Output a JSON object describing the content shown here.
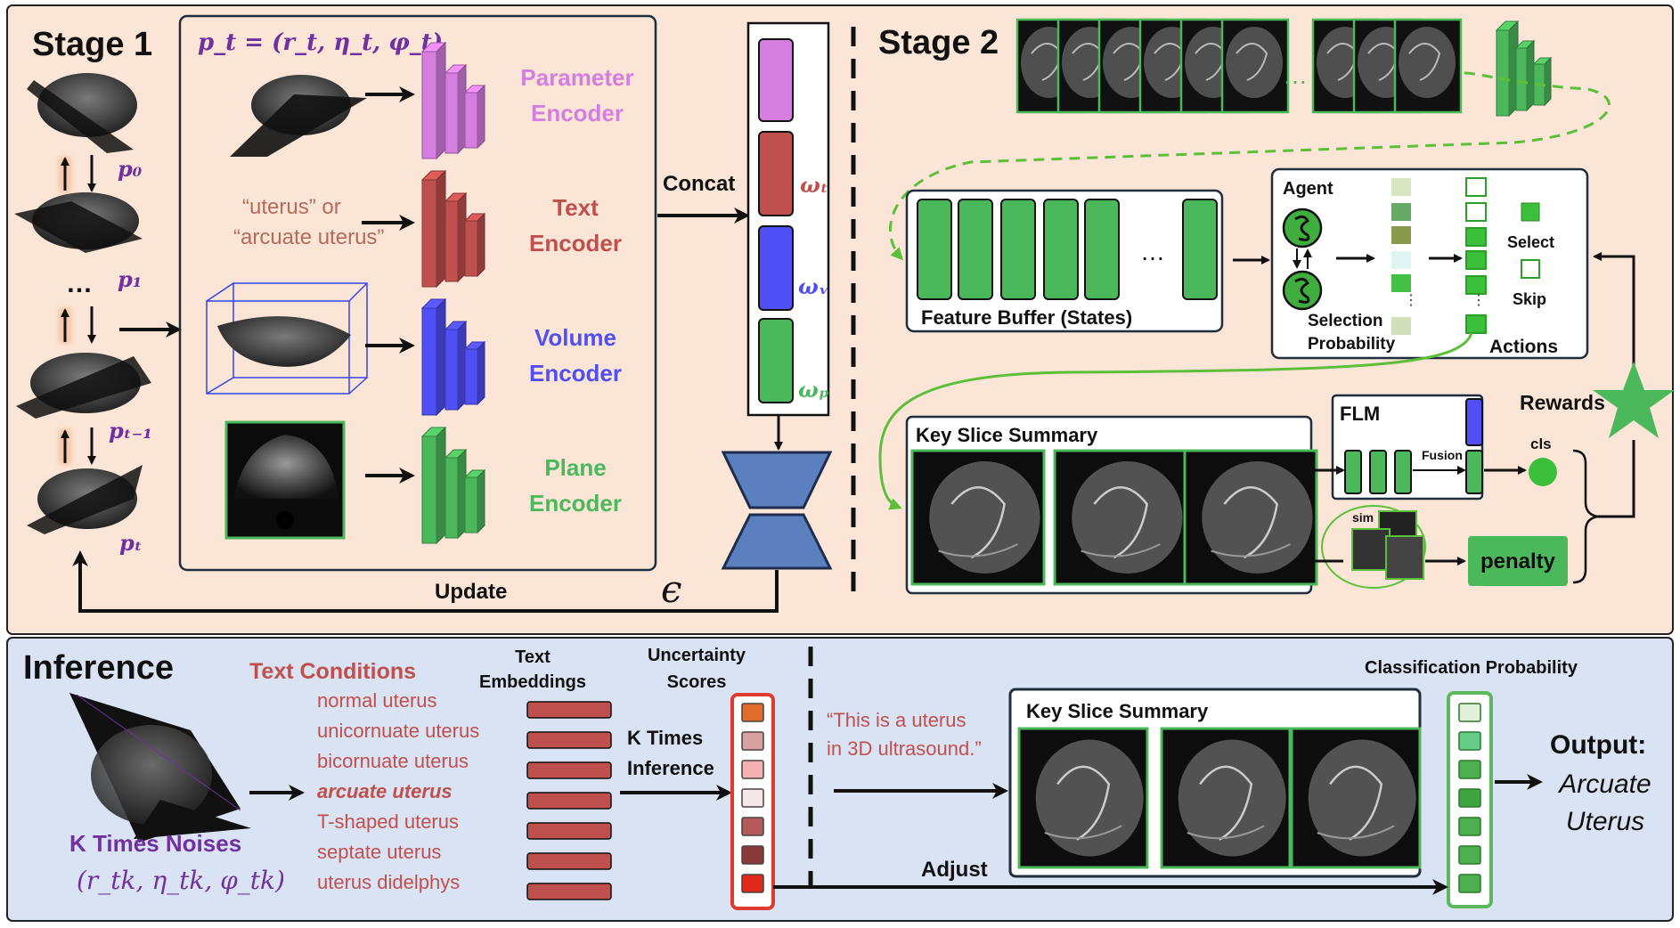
{
  "colors": {
    "stage_bg": "#fbe5d6",
    "inference_bg": "#dae3f3",
    "param": "#d57ee0",
    "text": "#c0504d",
    "volume": "#4f4ff5",
    "plane": "#4cb85c",
    "purple_label": "#7030a0",
    "decoder": "#5b7fbf",
    "uncertainty_border": "#e03a2e",
    "prob_border": "#5cb85c"
  },
  "stage1": {
    "title": "Stage 1",
    "pt_formula": "p_t = (r_t, η_t, φ_t)",
    "p_labels": [
      "p₀",
      "p₁",
      "…",
      "pₜ₋₁",
      "pₜ"
    ],
    "text_input_line1": "“uterus”  or",
    "text_input_line2": "“arcuate uterus”",
    "encoders": [
      {
        "line1": "Parameter",
        "line2": "Encoder"
      },
      {
        "line1": "Text",
        "line2": "Encoder"
      },
      {
        "line1": "Volume",
        "line2": "Encoder"
      },
      {
        "line1": "Plane",
        "line2": "Encoder"
      }
    ],
    "concat": "Concat",
    "omegas": [
      "ωₜ",
      "ωᵥ",
      "ωₚ"
    ],
    "update": "Update",
    "epsilon": "ϵ"
  },
  "stage2": {
    "title": "Stage 2",
    "feature_buffer": "Feature Buffer (States)",
    "ellipsis": "…",
    "agent": "Agent",
    "selection_line1": "Selection",
    "selection_line2": "Probability",
    "actions": "Actions",
    "select": "Select",
    "skip": "Skip",
    "flm": "FLM",
    "fusion": "Fusion",
    "cls": "cls",
    "rewards": "Rewards",
    "key_slice_summary": "Key Slice Summary",
    "sim": "sim",
    "penalty": "penalty"
  },
  "inference": {
    "title": "Inference",
    "noise_label": "K Times Noises",
    "noise_formula": "(r_tk, η_tk, φ_tk)",
    "text_conditions_title": "Text Conditions",
    "conditions": [
      "normal uterus",
      "unicornuate uterus",
      "bicornuate uterus",
      "arcuate uterus",
      "T-shaped uterus",
      "septate uterus",
      "uterus didelphys"
    ],
    "text_embeddings_line1": "Text",
    "text_embeddings_line2": "Embeddings",
    "uncertainty_line1": "Uncertainty",
    "uncertainty_line2": "Scores",
    "k_times_line1": "K Times",
    "k_times_line2": "Inference",
    "prompt_line1": "“This is a uterus",
    "prompt_line2": "in 3D ultrasound.”",
    "key_slice_summary": "Key Slice Summary",
    "classification_probability": "Classification Probability",
    "adjust": "Adjust",
    "output_label": "Output:",
    "output_line1": "Arcuate",
    "output_line2": "Uterus",
    "uncertainty_colors": [
      "#e06c2c",
      "#d9a0a0",
      "#f4b2b2",
      "#f7e6e6",
      "#b55a5a",
      "#8a3838",
      "#e22a1c"
    ],
    "prob_colors": [
      "#e2f0d9",
      "#66cc88",
      "#4caf50",
      "#3fa540",
      "#4caf50",
      "#4caf50",
      "#4caf50"
    ],
    "selection_colors": [
      "#d6e6c0",
      "#66aa66",
      "#8a9a4c",
      "#dff5f3",
      "#44c044",
      "#d0e0b8"
    ]
  }
}
